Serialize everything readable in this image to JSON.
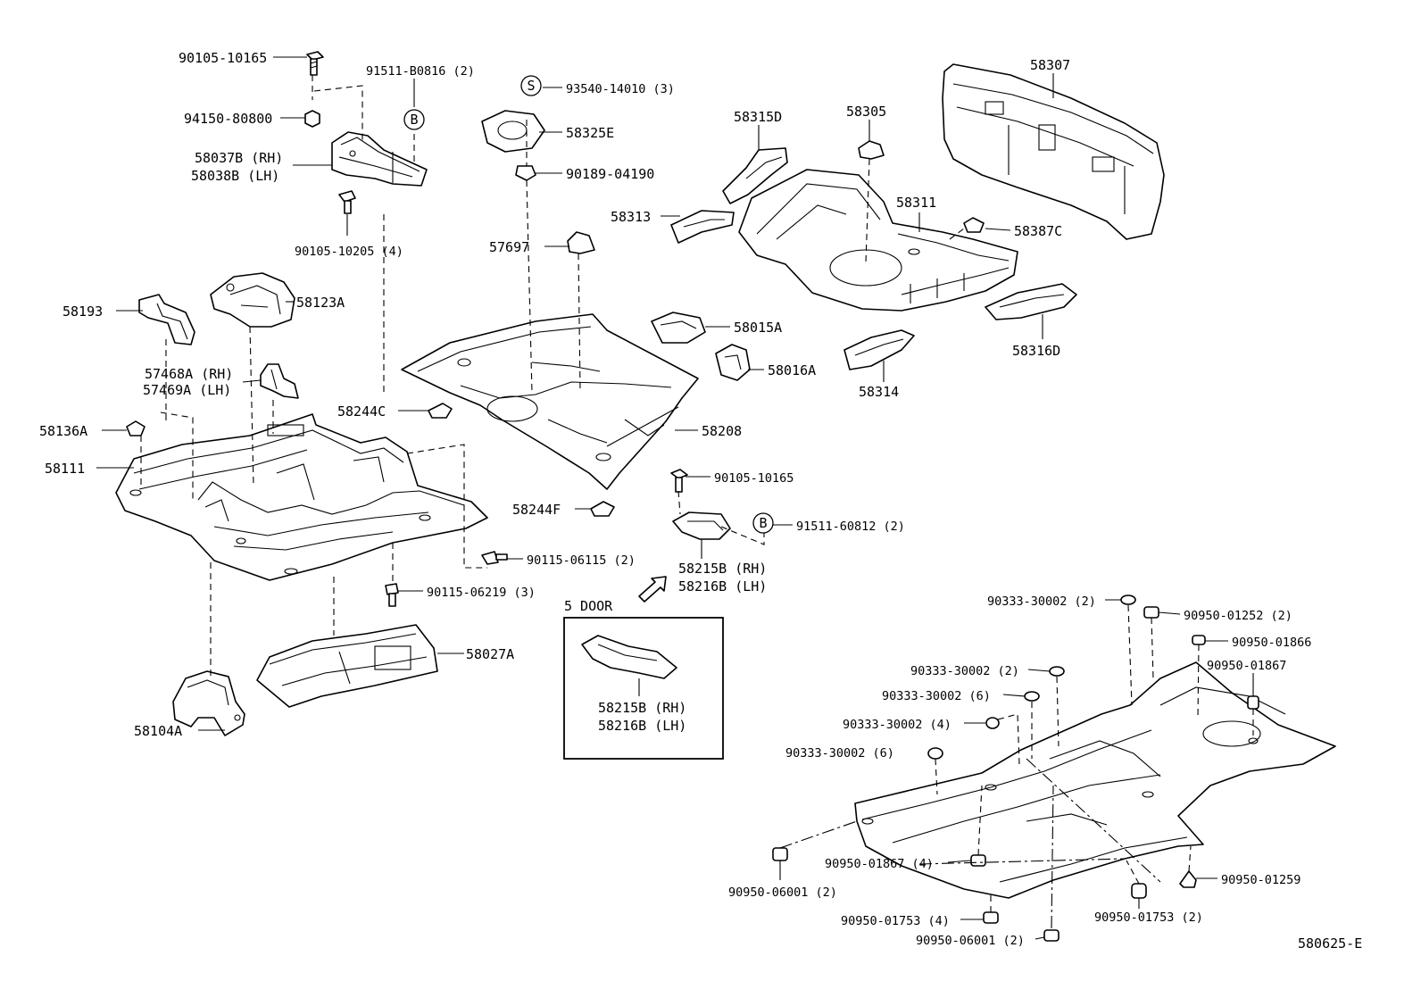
{
  "figure_code": "580625-E",
  "inset": {
    "title": "5 DOOR"
  },
  "circle_markers": [
    {
      "letter": "B"
    },
    {
      "letter": "S"
    },
    {
      "letter": "B"
    }
  ],
  "labels": [
    {
      "text": "90105-10165"
    },
    {
      "text": "91511-B0816 (2)"
    },
    {
      "text": "94150-80800"
    },
    {
      "text": "58037B (RH)"
    },
    {
      "text": "58038B (LH)"
    },
    {
      "text": "90105-10205 (4)"
    },
    {
      "text": "58193"
    },
    {
      "text": "58123A"
    },
    {
      "text": "57468A (RH)"
    },
    {
      "text": "57469A (LH)"
    },
    {
      "text": "58136A"
    },
    {
      "text": "58111"
    },
    {
      "text": "93540-14010 (3)"
    },
    {
      "text": "58325E"
    },
    {
      "text": "90189-04190"
    },
    {
      "text": "57697"
    },
    {
      "text": "58244C"
    },
    {
      "text": "58208"
    },
    {
      "text": "58244F"
    },
    {
      "text": "90105-10165"
    },
    {
      "text": "91511-60812 (2)"
    },
    {
      "text": "58215B (RH)"
    },
    {
      "text": "58216B (LH)"
    },
    {
      "text": "90115-06115 (2)"
    },
    {
      "text": "90115-06219 (3)"
    },
    {
      "text": "58027A"
    },
    {
      "text": "58104A"
    },
    {
      "text": "58215B (RH)"
    },
    {
      "text": "58216B (LH)"
    },
    {
      "text": "58315D"
    },
    {
      "text": "58305"
    },
    {
      "text": "58307"
    },
    {
      "text": "58313"
    },
    {
      "text": "58311"
    },
    {
      "text": "58387C"
    },
    {
      "text": "58015A"
    },
    {
      "text": "58016A"
    },
    {
      "text": "58314"
    },
    {
      "text": "58316D"
    },
    {
      "text": "90333-30002 (2)"
    },
    {
      "text": "90950-01252 (2)"
    },
    {
      "text": "90950-01866"
    },
    {
      "text": "90950-01867"
    },
    {
      "text": "90333-30002 (2)"
    },
    {
      "text": "90333-30002 (6)"
    },
    {
      "text": "90333-30002 (4)"
    },
    {
      "text": "90333-30002 (6)"
    },
    {
      "text": "90950-01867 (4)"
    },
    {
      "text": "90950-06001 (2)"
    },
    {
      "text": "90950-01259"
    },
    {
      "text": "90950-01753 (4)"
    },
    {
      "text": "90950-01753 (2)"
    },
    {
      "text": "90950-06001 (2)"
    }
  ]
}
